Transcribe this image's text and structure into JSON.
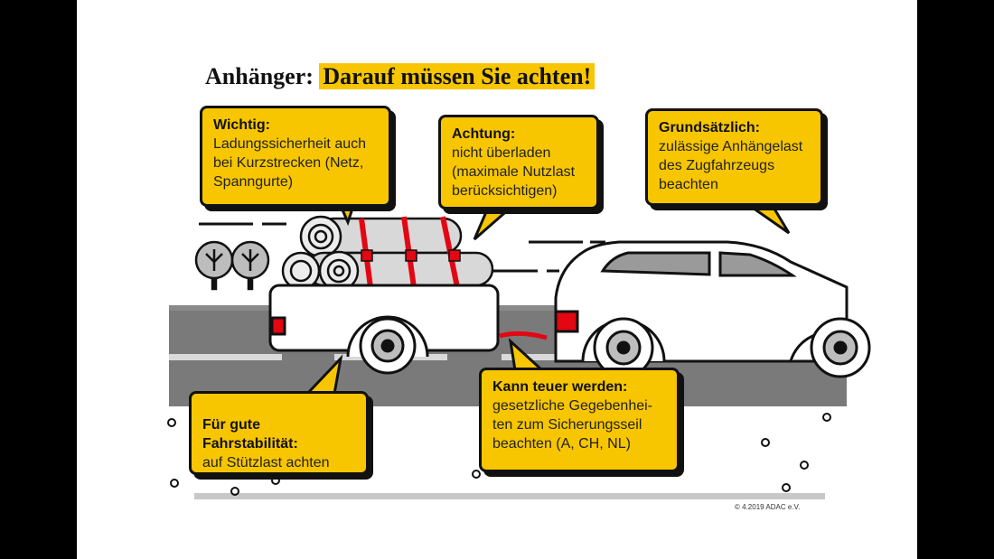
{
  "title": {
    "prefix": "Anhänger:",
    "highlight": "Darauf müssen Sie achten!"
  },
  "bubbles": [
    {
      "heading": "Wichtig:",
      "text": "Ladungssicherheit auch\nbei Kurzstrecken (Netz,\nSpanngurte)"
    },
    {
      "heading": "Achtung:",
      "text": "nicht überladen\n(maximale Nutzlast\nberücksichtigen)"
    },
    {
      "heading": "Grundsätzlich:",
      "text": "zulässige Anhängelast\ndes Zugfahrzeugs\nbeachten"
    },
    {
      "heading": "Für gute Fahrstabilität:",
      "text": "auf Stützlast achten"
    },
    {
      "heading": "Kann teuer werden:",
      "text": "gesetzliche Gegebenhei-\nten zum Sicherungsseil\nbeachten (A, CH, NL)"
    }
  ],
  "copyright": "© 4.2019 ADAC e.V.",
  "colors": {
    "accent": "#f7c600",
    "strap": "#e30613",
    "road": "#7a7a7a",
    "outline": "#111111"
  }
}
